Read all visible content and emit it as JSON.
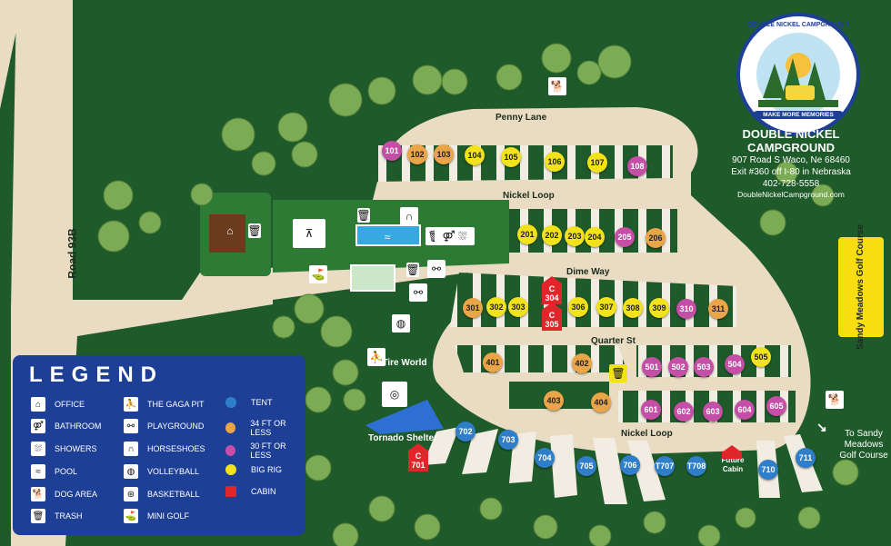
{
  "roads": {
    "road93b": "Road 93B",
    "penny_lane": "Penny Lane",
    "nickel_loop_top": "Nickel Loop",
    "dime_way": "Dime Way",
    "quarter_st": "Quarter St",
    "nickel_loop_bottom": "Nickel Loop"
  },
  "logo": {
    "top_text": "DOUBLE NICKEL CAMPGROUND",
    "bottom_text": "MAKE MORE MEMORIES"
  },
  "info": {
    "name": "DOUBLE NICKEL CAMPGROUND",
    "address": "907 Road S Waco, Ne 68460",
    "exit": "Exit #360 off I-80 in Nebraska",
    "phone": "402-728-5558",
    "website": "DoubleNickelCampground.com"
  },
  "golf": {
    "label": "Sandy Meadows Golf Course",
    "direction": "To Sandy Meadows Golf Course"
  },
  "labels": {
    "tire_world": "Tire World",
    "tornado_shelter": "Tornado Shelter",
    "future_cabin": "Future Cabin"
  },
  "sites": {
    "penny": [
      "101",
      "102",
      "103",
      "104",
      "105",
      "106",
      "107",
      "108"
    ],
    "dime": [
      "201",
      "202",
      "203",
      "204",
      "205",
      "206"
    ],
    "quarter": [
      "301",
      "302",
      "303",
      "306",
      "307",
      "308",
      "309",
      "310",
      "311"
    ],
    "cabins": [
      "304",
      "305",
      "701"
    ],
    "loop_inner": [
      "401",
      "402",
      "403",
      "404"
    ],
    "loop_right": [
      "501",
      "502",
      "503",
      "504",
      "505"
    ],
    "loop_bottom": [
      "601",
      "602",
      "603",
      "604",
      "605"
    ],
    "tents": [
      "702",
      "703",
      "704",
      "705",
      "706",
      "T707",
      "T708",
      "710",
      "711"
    ]
  },
  "legend": {
    "title": "LEGEND",
    "col1": [
      "OFFICE",
      "BATHROOM",
      "SHOWERS",
      "POOL",
      "DOG AREA",
      "TRASH"
    ],
    "col2": [
      "THE GAGA PIT",
      "PLAYGROUND",
      "HORSESHOES",
      "VOLLEYBALL",
      "BASKETBALL",
      "MINI GOLF"
    ],
    "col3": [
      "TENT",
      "34 FT OR LESS",
      "30 FT OR LESS",
      "BIG RIG",
      "CABIN"
    ]
  },
  "colors": {
    "tent": "#2f7ec9",
    "ft34": "#e9a548",
    "ft30": "#c54ea7",
    "big_rig": "#f2e21b",
    "cabin": "#e1262b",
    "legend_bg": "#1d3f96",
    "road": "#e9dcc3",
    "grass": "#1f5a2a"
  }
}
